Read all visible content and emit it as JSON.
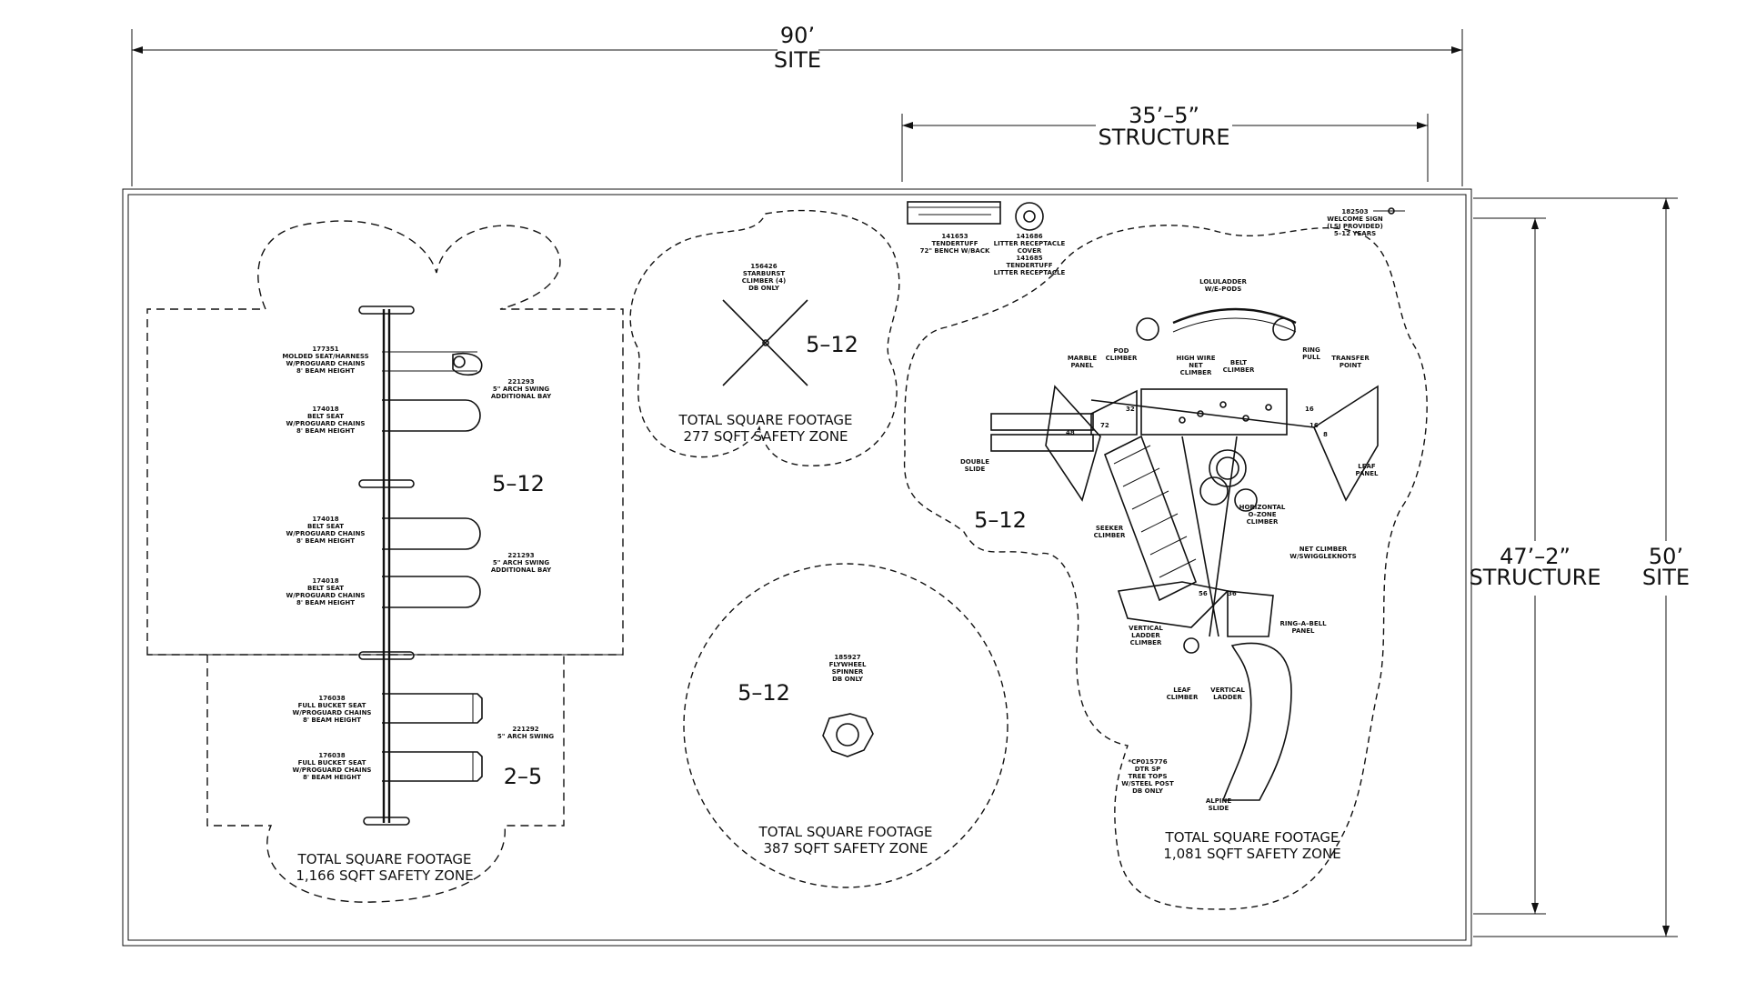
{
  "dimensions": {
    "site_width": {
      "value": "90’",
      "label": "SITE"
    },
    "structure_width": {
      "value": "35’–5”",
      "label": "STRUCTURE"
    },
    "structure_depth": {
      "value": "47’–2”",
      "label": "STRUCTURE"
    },
    "site_depth": {
      "value": "50’",
      "label": "SITE"
    }
  },
  "zones": {
    "swings": {
      "age_upper": "5–12",
      "age_lower": "2–5",
      "total_line1": "TOTAL SQUARE FOOTAGE",
      "total_line2": "1,166 SQFT SAFETY ZONE"
    },
    "starburst": {
      "age": "5–12",
      "total_line1": "TOTAL SQUARE FOOTAGE",
      "total_line2": "277 SQFT SAFETY ZONE"
    },
    "spinner": {
      "age": "5–12",
      "total_line1": "TOTAL SQUARE FOOTAGE",
      "total_line2": "387 SQFT SAFETY ZONE"
    },
    "structure": {
      "age": "5–12",
      "total_line1": "TOTAL SQUARE FOOTAGE",
      "total_line2": "1,081 SQFT SAFETY ZONE"
    }
  },
  "callouts": {
    "seat_molded": [
      "177351",
      "MOLDED SEAT/HARNESS",
      "W/PROGUARD CHAINS",
      "8' BEAM HEIGHT"
    ],
    "seat_belt_1": [
      "174018",
      "BELT SEAT",
      "W/PROGUARD CHAINS",
      "8' BEAM HEIGHT"
    ],
    "seat_belt_2": [
      "174018",
      "BELT SEAT",
      "W/PROGUARD CHAINS",
      "8' BEAM HEIGHT"
    ],
    "seat_belt_3": [
      "174018",
      "BELT SEAT",
      "W/PROGUARD CHAINS",
      "8' BEAM HEIGHT"
    ],
    "bucket_1": [
      "176038",
      "FULL BUCKET SEAT",
      "W/PROGUARD CHAINS",
      "8' BEAM HEIGHT"
    ],
    "bucket_2": [
      "176038",
      "FULL BUCKET SEAT",
      "W/PROGUARD CHAINS",
      "8' BEAM HEIGHT"
    ],
    "arch_bay_1": [
      "221293",
      "5\" ARCH SWING",
      "ADDITIONAL BAY"
    ],
    "arch_bay_2": [
      "221293",
      "5\" ARCH SWING",
      "ADDITIONAL BAY"
    ],
    "arch_swing": [
      "221292",
      "5\" ARCH SWING"
    ],
    "starburst_climber": [
      "156426",
      "STARBURST",
      "CLIMBER (4)",
      "DB ONLY"
    ],
    "flywheel_spinner": [
      "185927",
      "FLYWHEEL",
      "SPINNER",
      "DB ONLY"
    ],
    "bench": [
      "141653",
      "TENDERTUFF",
      "72\" BENCH W/BACK"
    ],
    "litter": [
      "141686",
      "LITTER RECEPTACLE",
      "COVER",
      "141685",
      "TENDERTUFF",
      "LITTER RECEPTACLE"
    ],
    "welcome_sign": [
      "182503",
      "WELCOME SIGN",
      "(LSI PROVIDED)",
      "5–12 YEARS"
    ],
    "loluladder": [
      "LOLULADDER",
      "W/E–PODS"
    ],
    "marble_panel": [
      "MARBLE",
      "PANEL"
    ],
    "pod_climber": [
      "POD",
      "CLIMBER"
    ],
    "high_wire": [
      "HIGH WIRE",
      "NET",
      "CLIMBER"
    ],
    "belt_climber": [
      "BELT",
      "CLIMBER"
    ],
    "ring_pull": [
      "RING",
      "PULL"
    ],
    "transfer_point": [
      "TRANSFER",
      "POINT"
    ],
    "double_slide": [
      "DOUBLE",
      "SLIDE"
    ],
    "leaf_panel": [
      "LEAF",
      "PANEL"
    ],
    "horizontal_ozone": [
      "HORIZONTAL",
      "O–ZONE",
      "CLIMBER"
    ],
    "seeker_climber": [
      "SEEKER",
      "CLIMBER"
    ],
    "net_climber": [
      "NET CLIMBER",
      "W/SWIGGLEKNOTS"
    ],
    "vertical_ladder_climber": [
      "VERTICAL",
      "LADDER",
      "CLIMBER"
    ],
    "ring_a_bell": [
      "RING–A–BELL",
      "PANEL"
    ],
    "leaf_climber": [
      "LEAF",
      "CLIMBER"
    ],
    "vertical_ladder": [
      "VERTICAL",
      "LADDER"
    ],
    "tree_tops": [
      "*CP015776",
      "DTR SP",
      "TREE TOPS",
      "W/STEEL POST",
      "DB ONLY"
    ],
    "alpine_slide": [
      "ALPINE",
      "SLIDE"
    ],
    "deck_heights": [
      "32",
      "72",
      "16",
      "16",
      "8",
      "56",
      "36",
      "48"
    ]
  }
}
